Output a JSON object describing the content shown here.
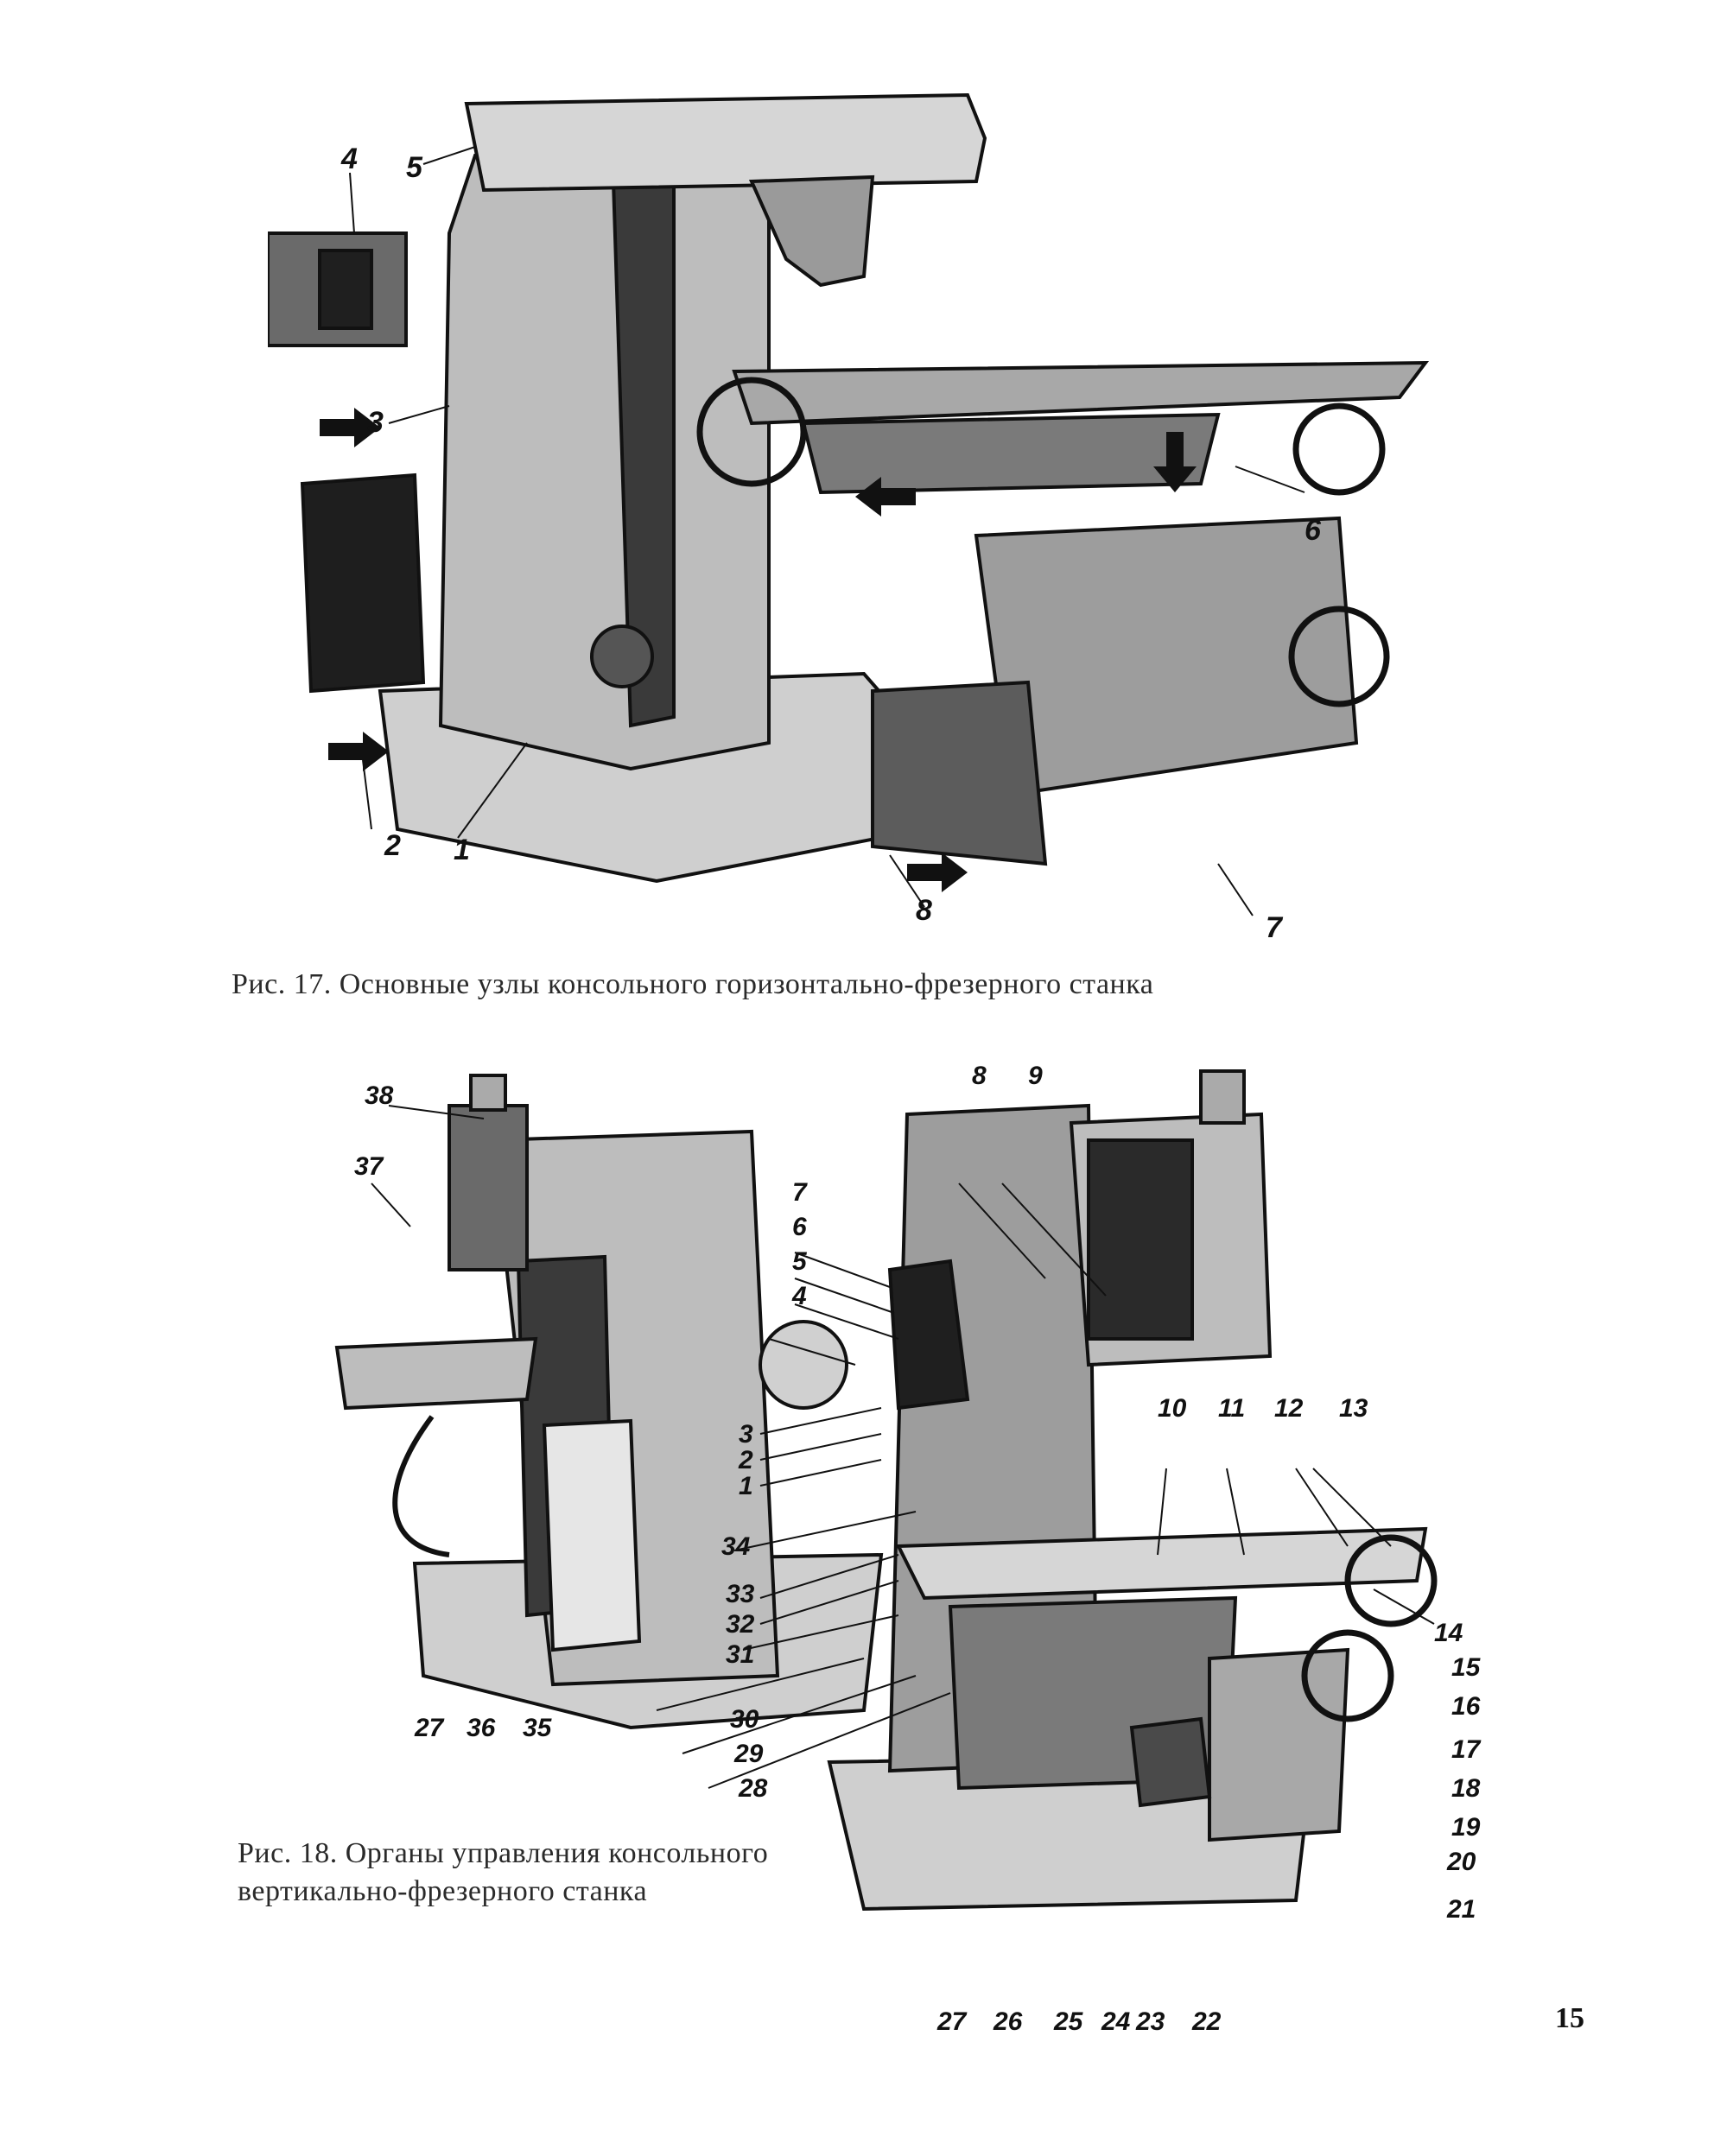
{
  "figure17": {
    "caption": "Рис. 17. Основные узлы консольного горизонтально-фрезерного станка",
    "labels": [
      "4",
      "5",
      "3",
      "2",
      "1",
      "6",
      "8",
      "7"
    ]
  },
  "figure18": {
    "caption_line1": "Рис. 18. Органы управления консольного",
    "caption_line2": "вертикально-фрезерного станка",
    "labels": [
      "38",
      "37",
      "8",
      "9",
      "7",
      "6",
      "5",
      "4",
      "3",
      "2",
      "1",
      "34",
      "33",
      "32",
      "31",
      "30",
      "29",
      "28",
      "10",
      "11",
      "12",
      "13",
      "14",
      "15",
      "16",
      "17",
      "18",
      "19",
      "20",
      "21",
      "27",
      "36",
      "35",
      "27",
      "26",
      "25",
      "24",
      "23",
      "22"
    ]
  },
  "page_number": "15"
}
